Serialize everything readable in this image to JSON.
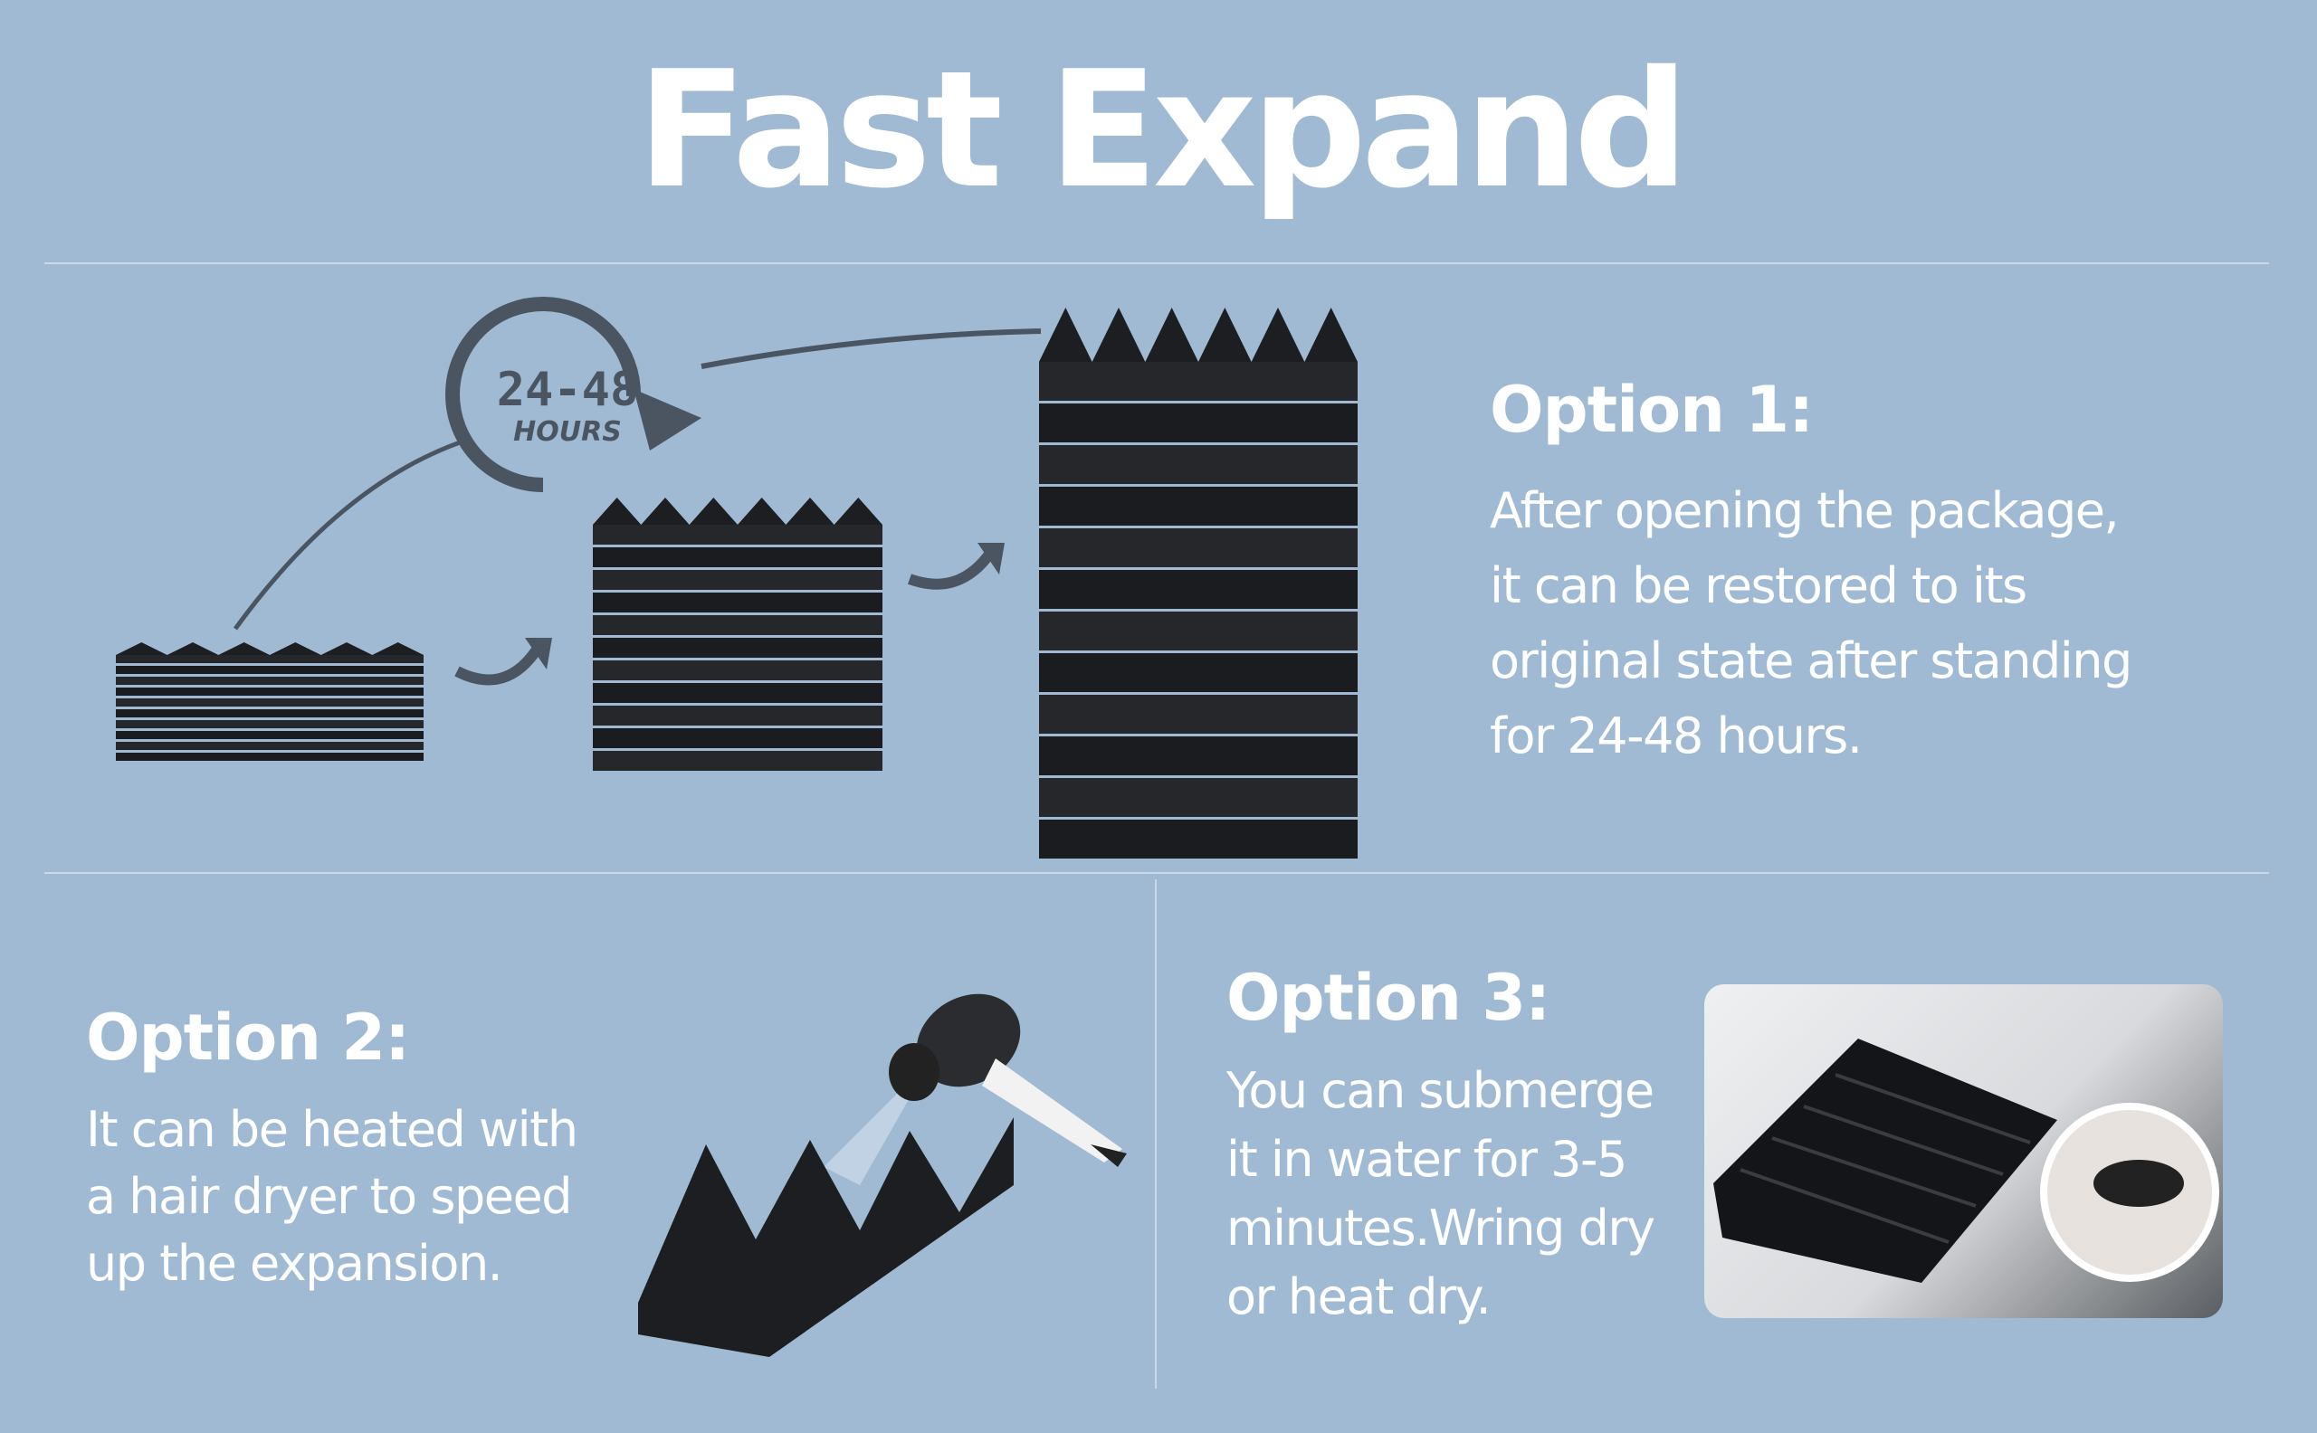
{
  "title": "Fast Expand",
  "badge": {
    "number": "24-48",
    "unit": "HOURS"
  },
  "option1": {
    "heading": "Option 1:",
    "lines": [
      "After opening the package,",
      "it can be restored to its",
      "original state after standing",
      "for 24-48 hours."
    ]
  },
  "option2": {
    "heading": "Option 2:",
    "lines": [
      "It can be heated with",
      "a hair dryer to speed",
      "up the expansion."
    ]
  },
  "option3": {
    "heading": "Option 3:",
    "lines": [
      "You can submerge",
      "it in water for 3-5",
      "minutes.Wring dry",
      "or heat dry."
    ]
  },
  "colors": {
    "background": "#a0bad3",
    "foam": "#1d1e21",
    "icon": "#4a5561"
  }
}
